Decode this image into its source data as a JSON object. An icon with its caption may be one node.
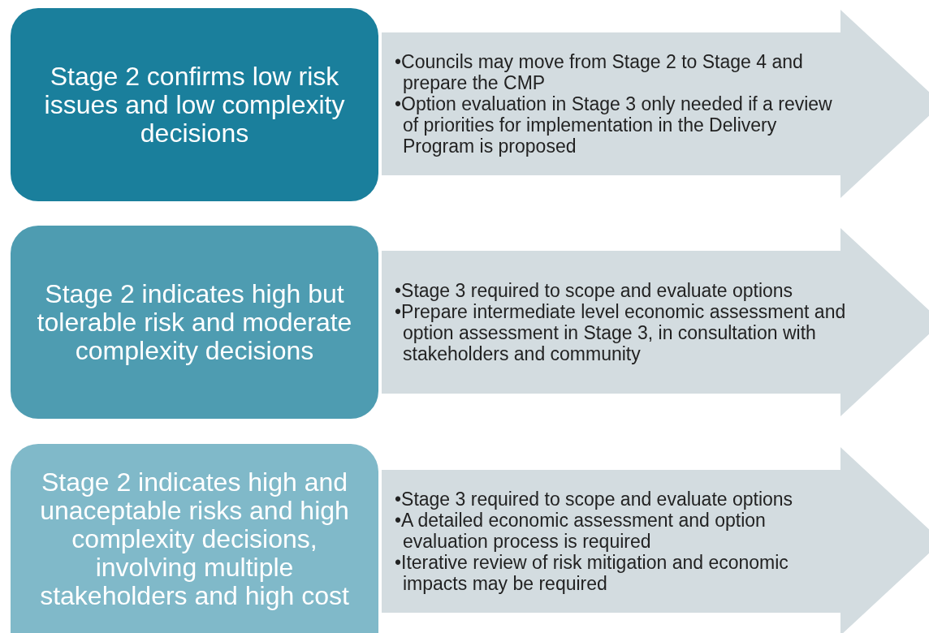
{
  "diagram": {
    "nodes": [
      {
        "text": [
          "Stage 2 confirms low risk issues and low complexity decisions"
        ]
      },
      {
        "text": [
          "•Councils may move from Stage 2 to Stage 4 and prepare the CMP",
          "•Option evaluation in Stage 3 only needed if a review of priorities for implementation in the Delivery Program is proposed"
        ]
      },
      {
        "text": [
          "Stage 2 indicates high but tolerable risk and moderate complexity decisions"
        ]
      },
      {
        "text": [
          "•Stage 3 required to scope and evaluate options",
          "•Prepare intermediate level economic assessment and option assessment in Stage 3, in consultation with stakeholders and community"
        ]
      },
      {
        "text": [
          "Stage 2 indicates high and unaceptable risks and high complexity decisions, involving multiple stakeholders and high cost"
        ]
      },
      {
        "text": [
          "•Stage 3 required to scope and evaluate options",
          "•A detailed economic assessment and option evaluation process is required",
          "•Iterative review of risk mitigation and economic impacts may be required"
        ]
      }
    ]
  }
}
